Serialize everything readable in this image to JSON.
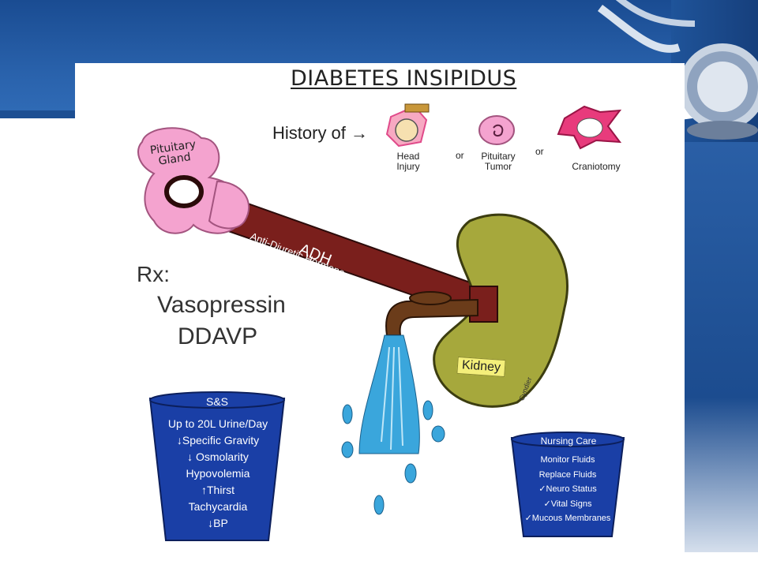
{
  "title": "DIABETES INSIPIDUS",
  "history": {
    "label": "History of →",
    "items": [
      "Head Injury",
      "Pituitary Tumor",
      "Craniotomy"
    ],
    "separator": "or"
  },
  "gland_label": [
    "Pituitary",
    "Gland"
  ],
  "hormone": {
    "abbr": "ADH",
    "name": "Anti-Diuretic Hormone"
  },
  "kidney_label": "Kidney",
  "signature": "Cyndier",
  "rx": {
    "label": "Rx:",
    "items": [
      "Vasopressin",
      "DDAVP"
    ]
  },
  "signs_symptoms": {
    "title": "S&S",
    "items": [
      "Up to 20L Urine/Day",
      "↓Specific Gravity",
      "↓ Osmolarity",
      "Hypovolemia",
      "↑Thirst",
      "Tachycardia",
      "↓BP"
    ]
  },
  "nursing_care": {
    "title": "Nursing Care",
    "items": [
      "Monitor Fluids",
      "Replace Fluids",
      "✓Neuro Status",
      "✓Vital Signs",
      "✓Mucous Membranes"
    ]
  },
  "colors": {
    "slide_blue": "#1d4f93",
    "adh_pipe": "#7a1f1c",
    "kidney": "#a6a83c",
    "gland": "#f4a3cf",
    "water": "#3aa6dc",
    "bucket": "#1a3fa6"
  }
}
